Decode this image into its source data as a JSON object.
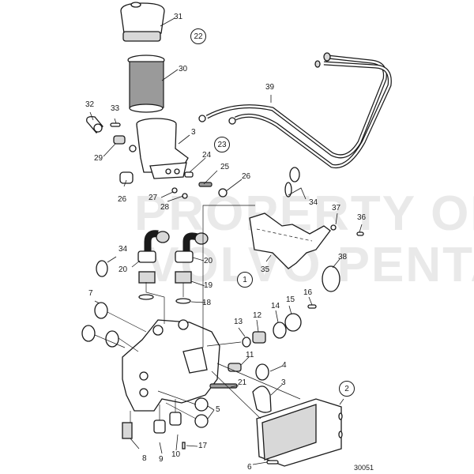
{
  "diagram": {
    "type": "exploded parts diagram",
    "watermark": [
      "PROPERTY OF",
      "VOLVO PENTA"
    ],
    "figure_number": "30051",
    "group_callouts": [
      "22",
      "23",
      "1",
      "2"
    ],
    "part_labels": {
      "p31": "31",
      "p30": "30",
      "p32": "32",
      "p33": "33",
      "p29": "29",
      "p3a": "3",
      "p24": "24",
      "p25": "25",
      "p26a": "26",
      "p26b": "26",
      "p27": "27",
      "p28": "28",
      "p39": "39",
      "p34a": "34",
      "p34b": "34",
      "p37": "37",
      "p36": "36",
      "p35": "35",
      "p38": "38",
      "p20a": "20",
      "p20b": "20",
      "p19": "19",
      "p18": "18",
      "p7": "7",
      "p13": "13",
      "p12": "12",
      "p14": "14",
      "p15": "15",
      "p16": "16",
      "p11": "11",
      "p4": "4",
      "p3b": "3",
      "p21": "21",
      "p5": "5",
      "p8": "8",
      "p9": "9",
      "p10": "10",
      "p17": "17",
      "p6": "6"
    }
  }
}
